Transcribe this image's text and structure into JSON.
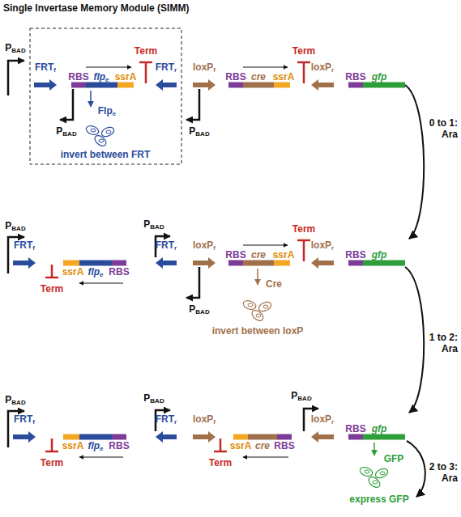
{
  "diagram": {
    "title": "Single Invertase Memory Module (SIMM)",
    "labels": [
      "PBAD",
      "FRTf",
      "RBS",
      "flpe",
      "ssrA",
      "Term",
      "FRTr",
      "PBAD",
      "Flpe",
      "invert between FRT",
      "loxPf",
      "RBS",
      "cre",
      "ssrA",
      "Term",
      "PBAD",
      "loxPr",
      "RBS",
      "gfp",
      "0 to 1: Ara",
      "PBAD",
      "FRTf",
      "ssrA",
      "flpe",
      "RBS",
      "Term",
      "PBAD",
      "FRTr",
      "loxPf",
      "RBS",
      "cre",
      "ssrA",
      "Term",
      "PBAD",
      "Cre",
      "invert between loxP",
      "loxPr",
      "RBS",
      "gfp",
      "1 to 2: Ara",
      "PBAD",
      "FRTf",
      "ssrA",
      "flpe",
      "RBS",
      "Term",
      "PBAD",
      "FRTr",
      "loxPf",
      "ssrA",
      "cre",
      "RBS",
      "Term",
      "PBAD",
      "loxPr",
      "RBS",
      "gfp",
      "GFP",
      "express GFP",
      "2 to 3: Ara"
    ]
  }
}
